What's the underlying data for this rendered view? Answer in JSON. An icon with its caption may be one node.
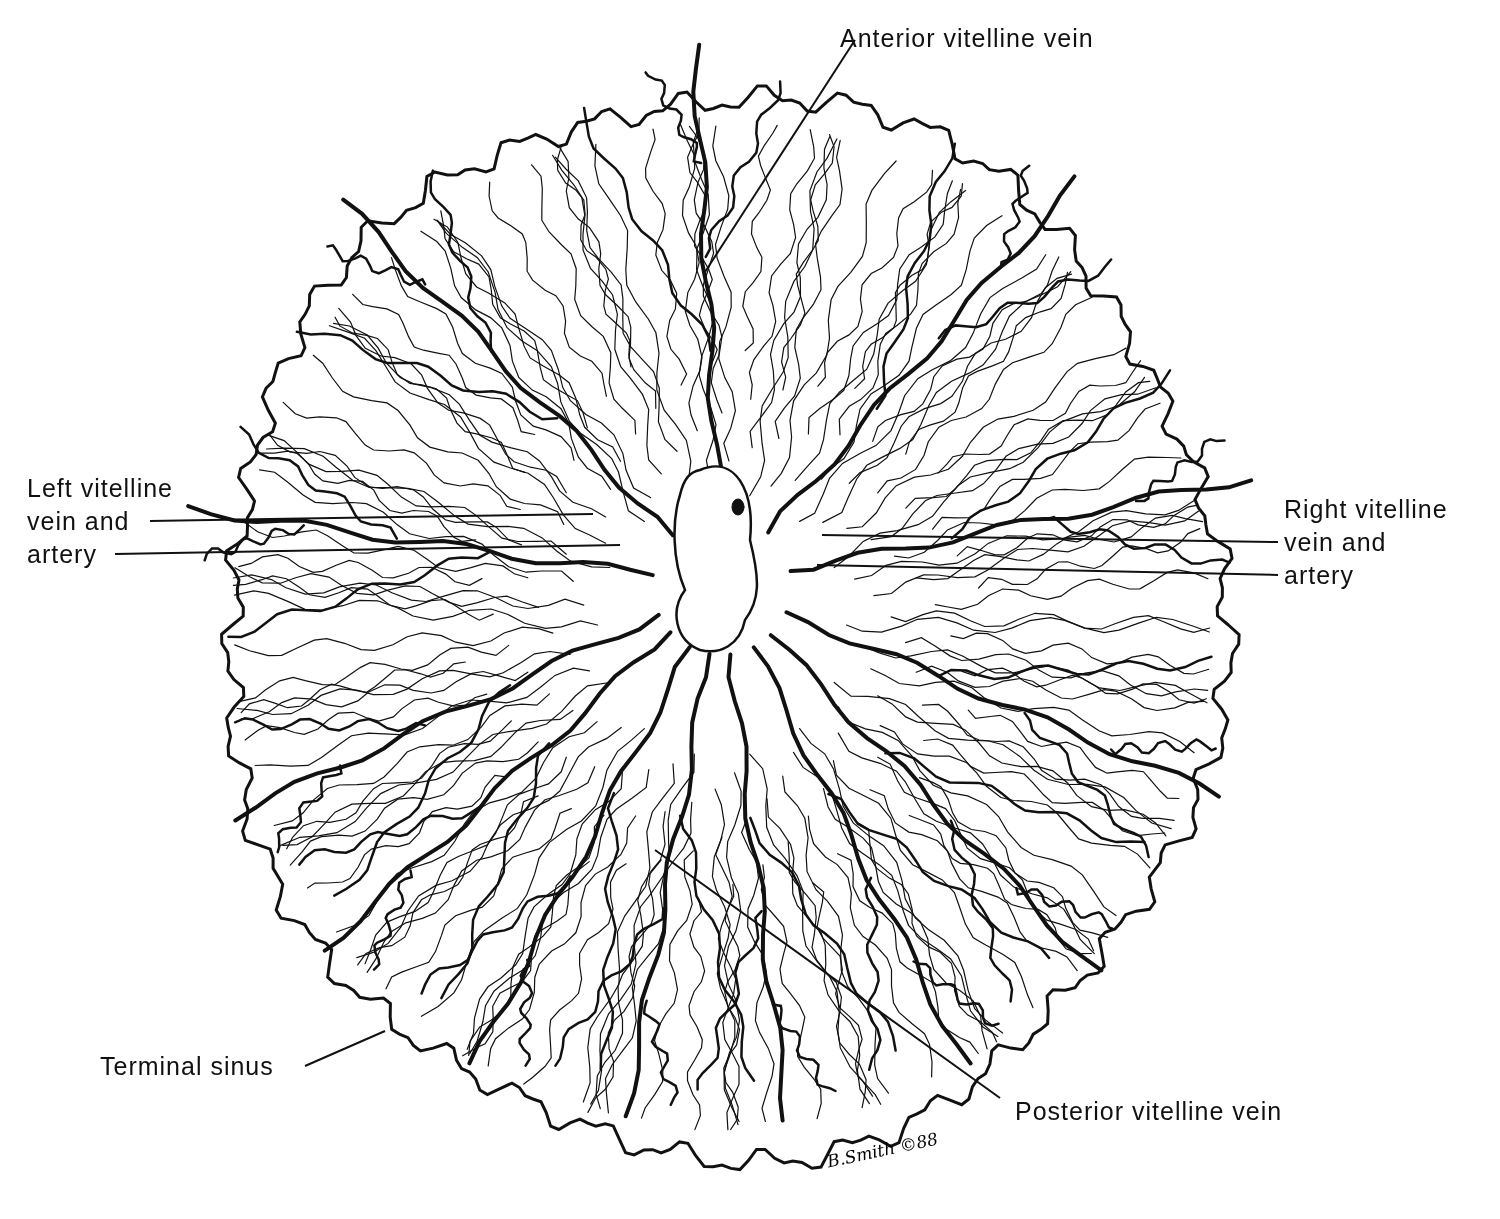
{
  "diagram": {
    "nodes": [
      {
        "text": [
          "Anterior vitelline vein"
        ]
      },
      {
        "text": [
          "Left vitelline vein and artery"
        ]
      },
      {
        "text": [
          "Right vitelline vein and artery"
        ]
      },
      {
        "text": [
          "Terminal sinus"
        ]
      },
      {
        "text": [
          "Posterior vitelline vein"
        ]
      }
    ],
    "edges": [
      {
        "from": 0,
        "to": null,
        "arrow": "none"
      },
      {
        "from": 1,
        "to": null,
        "arrow": "none"
      },
      {
        "from": 1,
        "to": null,
        "arrow": "none"
      },
      {
        "from": 2,
        "to": null,
        "arrow": "none"
      },
      {
        "from": 2,
        "to": null,
        "arrow": "none"
      },
      {
        "from": 3,
        "to": null,
        "arrow": "none"
      },
      {
        "from": 4,
        "to": null,
        "arrow": "none"
      }
    ],
    "labels": [
      "B.Smith ©88"
    ]
  }
}
